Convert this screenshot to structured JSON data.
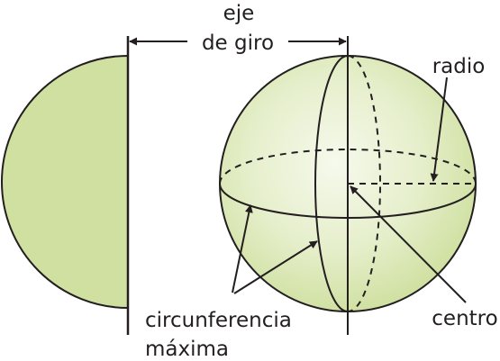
{
  "labels": {
    "axis_line1": "eje",
    "axis_line2": "de giro",
    "radius": "radio",
    "center": "centro",
    "great_circle_line1": "circunferencia",
    "great_circle_line2": "máxima"
  },
  "colors": {
    "fill": "#cfe0a0",
    "sphere_edge": "#f6f9ec",
    "stroke": "#231f20"
  }
}
